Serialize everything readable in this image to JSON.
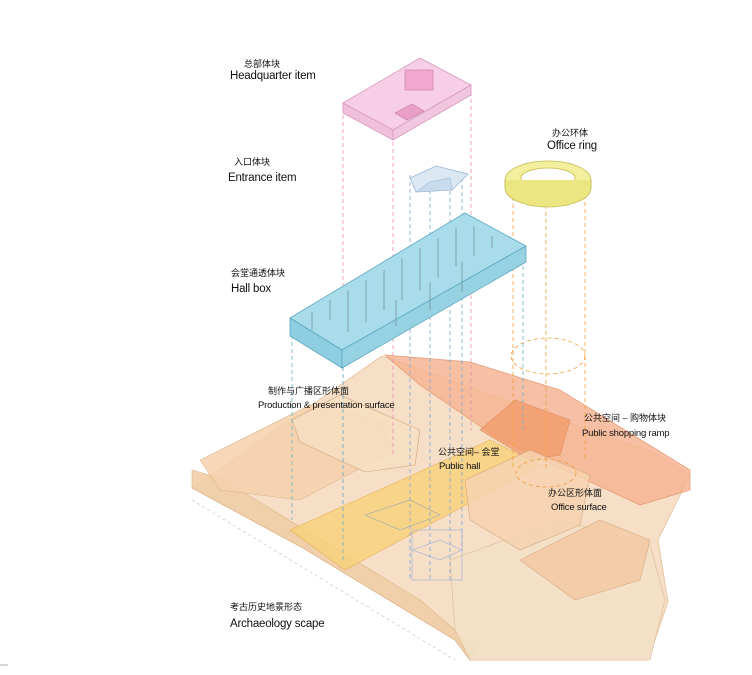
{
  "labels": {
    "headquarter": {
      "zh": "总部体块",
      "en": "Headquarter item"
    },
    "entrance": {
      "zh": "入口体块",
      "en": "Entrance item"
    },
    "office_ring": {
      "zh": "办公环体",
      "en": "Office ring"
    },
    "hall_box": {
      "zh": "会堂通透体块",
      "en": "Hall box"
    },
    "production": {
      "zh": "制作与广播区形体面",
      "en": "Production & presentation surface"
    },
    "shopping": {
      "zh": "公共空间 – 购物体块",
      "en": "Public shopping ramp"
    },
    "public_hall": {
      "zh": "公共空间– 会堂",
      "en": "Public hall"
    },
    "office_surface": {
      "zh": "办公区形体面",
      "en": "Office surface"
    },
    "archaeology": {
      "zh": "考古历史地景形态",
      "en": "Archaeology scape"
    }
  },
  "colors": {
    "headquarter": "#f4c9e3",
    "hall": "#9fd8e6",
    "ring": "#f3ef9c",
    "entrance": "#d6e6f2",
    "base_beige": "#f6dcc0",
    "base_orange": "#f7c08e",
    "base_yellow": "#f9d27a",
    "shopping": "#f6b593"
  }
}
